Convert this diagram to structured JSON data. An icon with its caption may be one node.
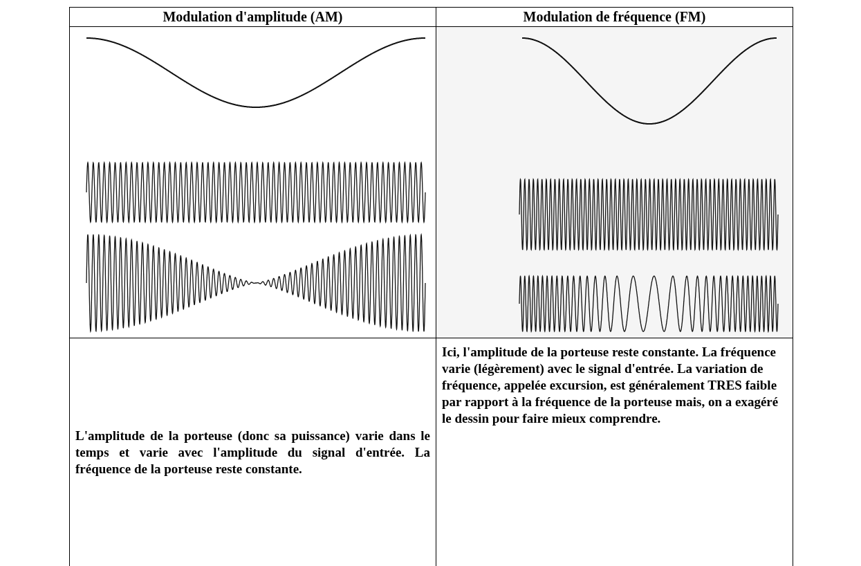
{
  "diagram": {
    "labels": [
      "Modulation d'amplitude (AM)",
      "Modulation de fréquence (FM)",
      "L'amplitude de la porteuse (donc sa puissance) varie dans le temps et varie avec l'amplitude du signal d'entrée. La fréquence de la porteuse reste constante.",
      "Ici, l'amplitude de la porteuse reste constante. La fréquence varie (légèrement) avec le signal d'entrée. La variation de fréquence, appelée excursion, est généralement TRES faible par rapport à la fréquence de la porteuse mais, on a exagéré le dessin pour faire mieux comprendre."
    ]
  }
}
